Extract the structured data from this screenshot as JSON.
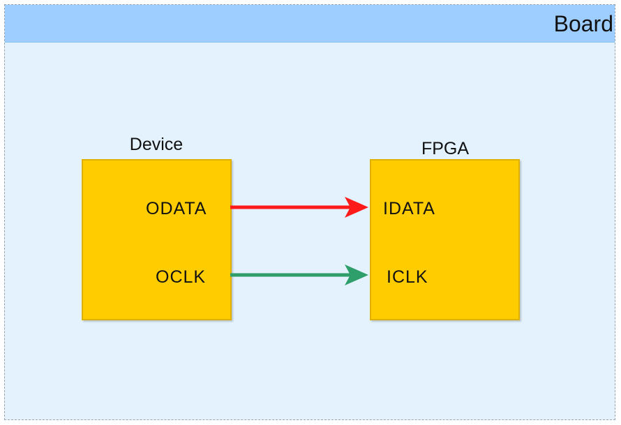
{
  "board": {
    "title": "Board"
  },
  "device": {
    "title": "Device",
    "ports": [
      {
        "name": "ODATA"
      },
      {
        "name": "OCLK"
      }
    ]
  },
  "fpga": {
    "title": "FPGA",
    "ports": [
      {
        "name": "IDATA"
      },
      {
        "name": "ICLK"
      }
    ]
  },
  "connections": [
    {
      "from": "ODATA",
      "to": "IDATA",
      "color": "#ff1a1a"
    },
    {
      "from": "OCLK",
      "to": "ICLK",
      "color": "#2e9e6b"
    }
  ],
  "colors": {
    "board_bg": "#e3f2fd",
    "board_header": "#9ecdff",
    "block_fill": "#ffcc00"
  }
}
